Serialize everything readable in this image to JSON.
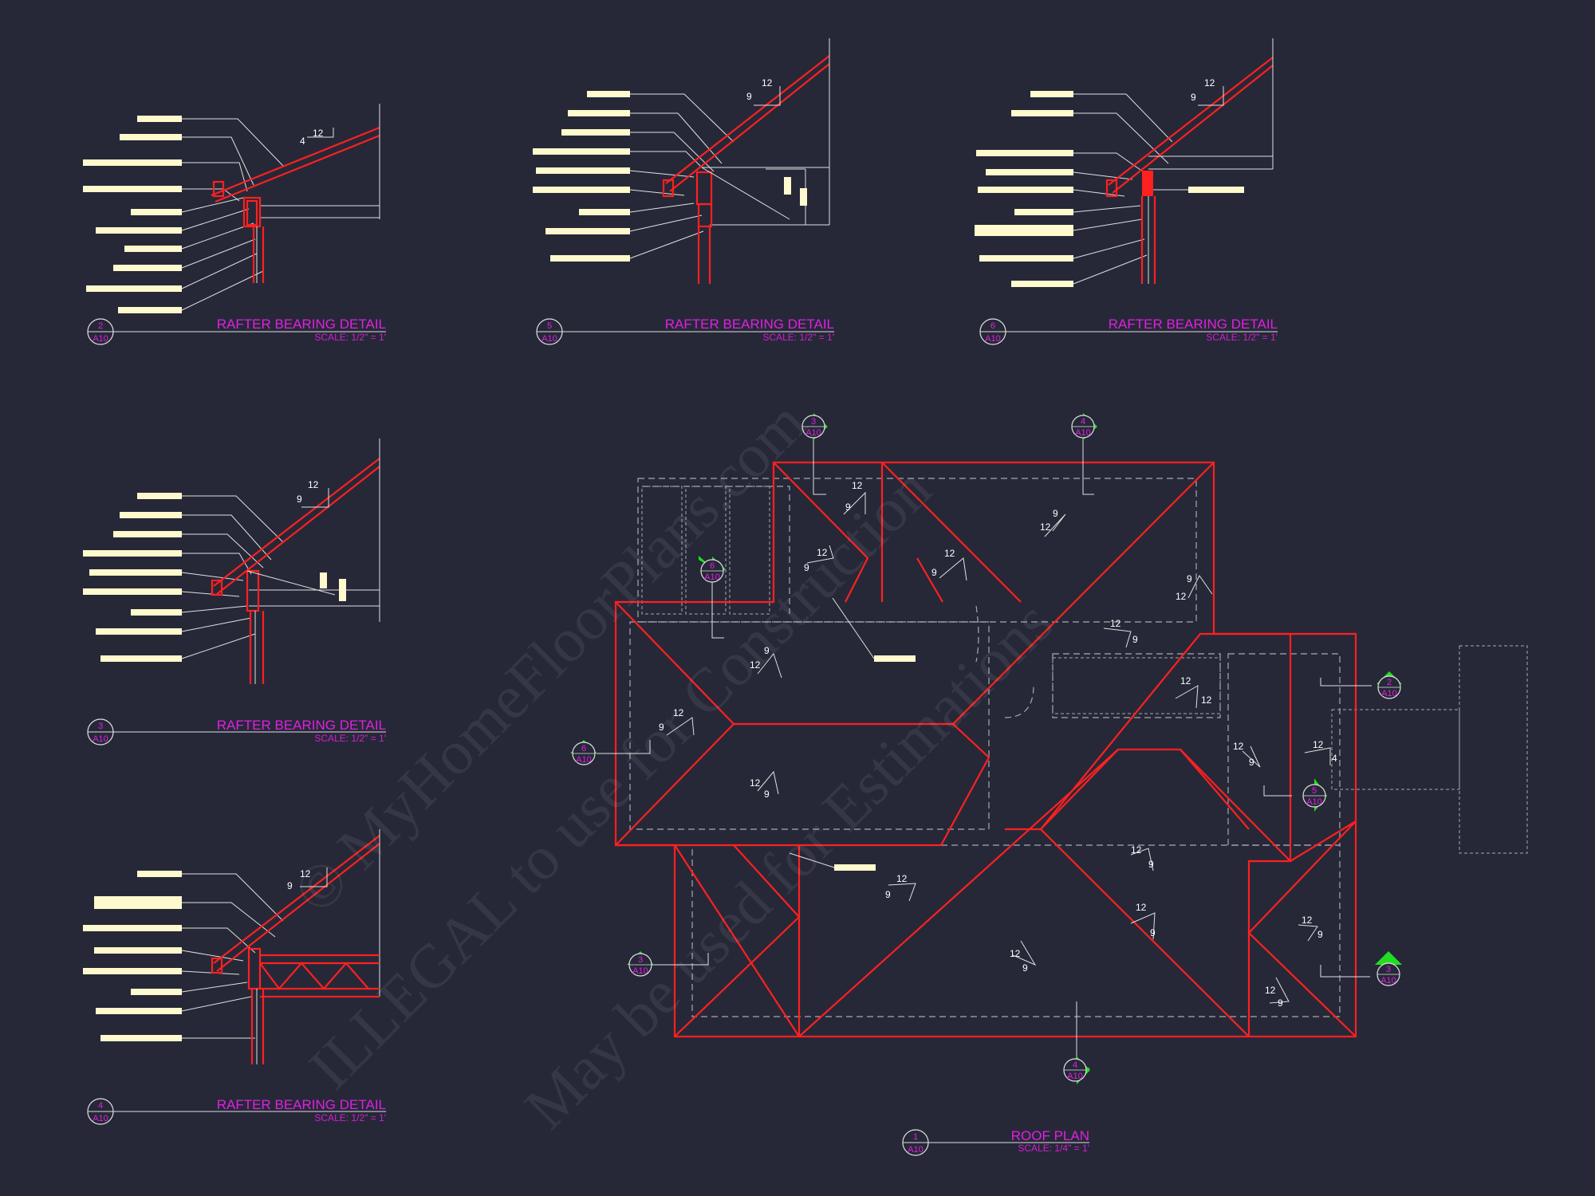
{
  "sheet": {
    "background": "#262838",
    "accent_red": "#ff2020",
    "title_magenta": "#e020e0",
    "marker_green": "#22dd22"
  },
  "details": [
    {
      "number": "2",
      "sheet": "A10",
      "title": "RAFTER BEARING DETAIL",
      "scale": "SCALE:  1/2\" = 1'",
      "pitch_rise": "4",
      "pitch_run": "12"
    },
    {
      "number": "5",
      "sheet": "A10",
      "title": "RAFTER BEARING DETAIL",
      "scale": "SCALE:  1/2\" = 1'",
      "pitch_rise": "9",
      "pitch_run": "12"
    },
    {
      "number": "6",
      "sheet": "A10",
      "title": "RAFTER BEARING DETAIL",
      "scale": "SCALE:  1/2\" = 1'",
      "pitch_rise": "9",
      "pitch_run": "12"
    },
    {
      "number": "3",
      "sheet": "A10",
      "title": "RAFTER BEARING DETAIL",
      "scale": "SCALE:  1/2\" = 1'",
      "pitch_rise": "9",
      "pitch_run": "12"
    },
    {
      "number": "4",
      "sheet": "A10",
      "title": "RAFTER BEARING DETAIL",
      "scale": "SCALE:  1/2\" = 1'",
      "pitch_rise": "9",
      "pitch_run": "12"
    }
  ],
  "roof_plan": {
    "number": "1",
    "sheet": "A10",
    "title": "ROOF PLAN",
    "scale": "SCALE:  1/4\" = 1'",
    "pitch_rise": "9",
    "pitch_run": "12"
  },
  "section_markers": [
    {
      "number": "3",
      "sheet": "A10"
    },
    {
      "number": "4",
      "sheet": "A10"
    },
    {
      "number": "6",
      "sheet": "A10"
    },
    {
      "number": "6",
      "sheet": "A10"
    },
    {
      "number": "2",
      "sheet": "A10"
    },
    {
      "number": "5",
      "sheet": "A10"
    },
    {
      "number": "3",
      "sheet": "A10"
    },
    {
      "number": "3",
      "sheet": "A10"
    },
    {
      "number": "4",
      "sheet": "A10"
    }
  ],
  "watermark": {
    "line1": "© MyHomeFloorPlans.com",
    "line2": "ILLEGAL to use for Construction",
    "line3": "May be used for Estimations"
  }
}
